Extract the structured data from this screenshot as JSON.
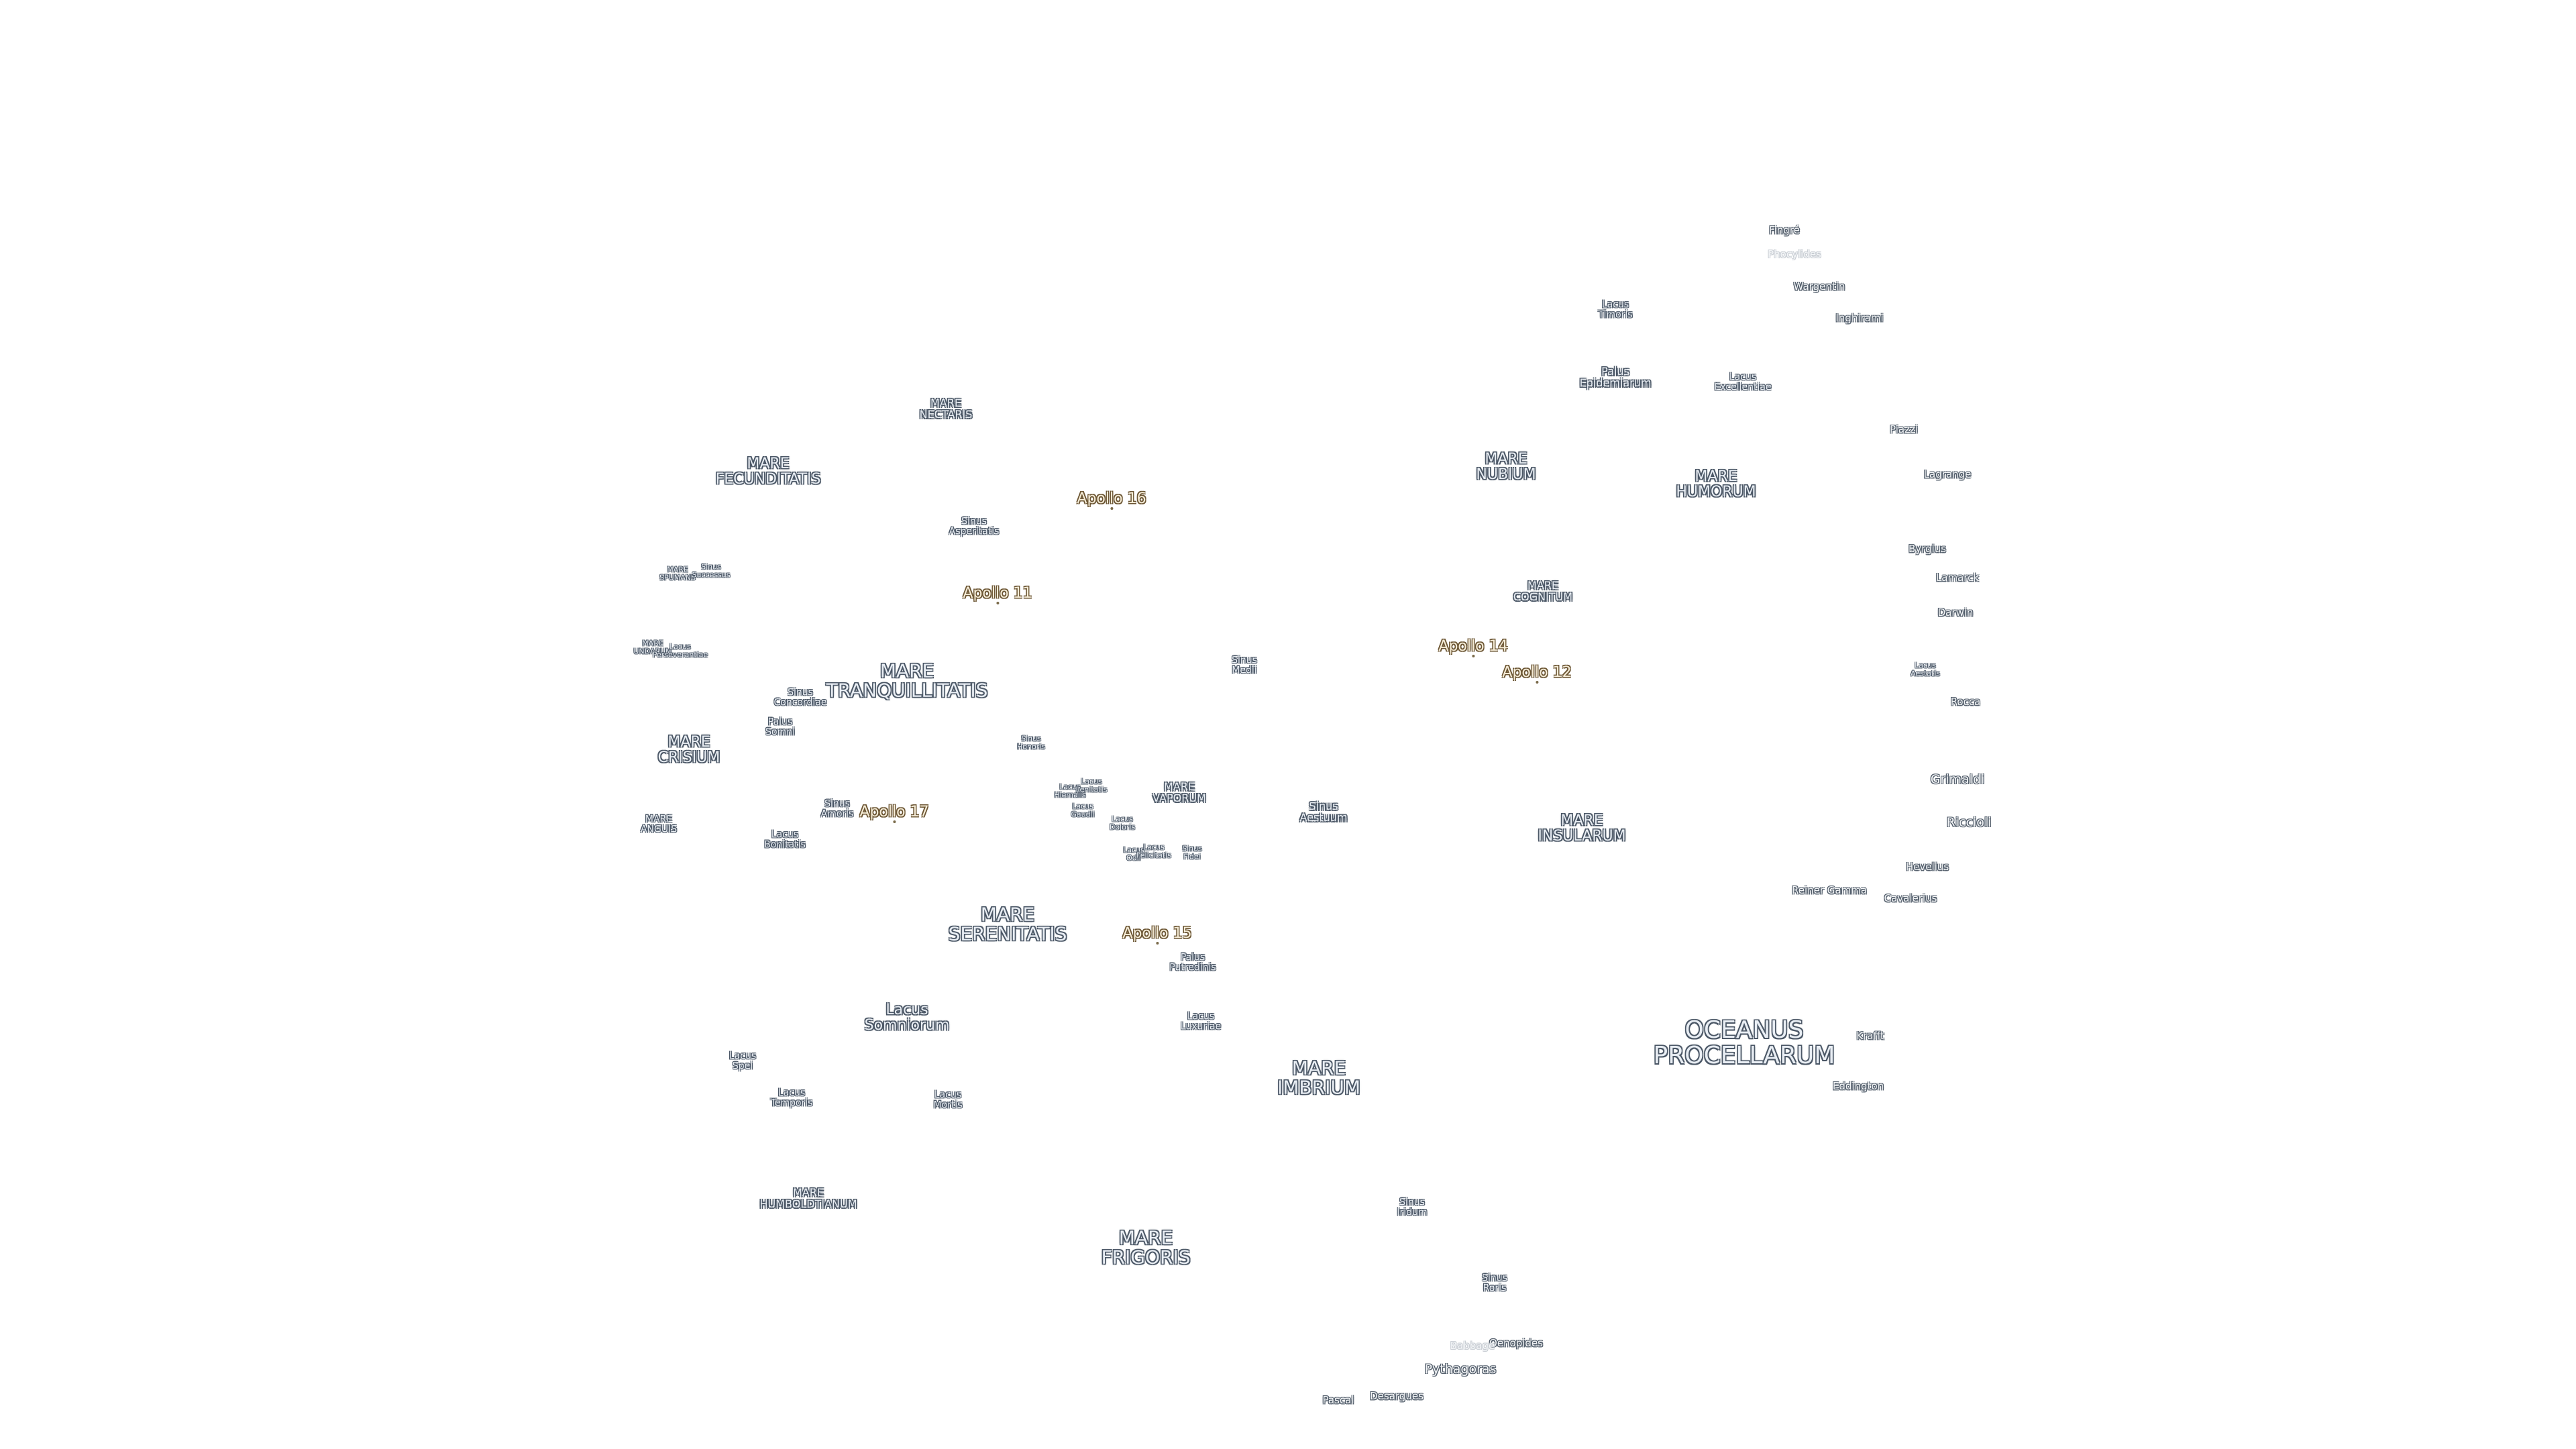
{
  "labels": [
    {
      "id": "oceanus-procellarum",
      "kind": "mare l1",
      "lines": [
        "OCEANUS",
        "PROCELLARUM"
      ]
    },
    {
      "id": "mare-tranquillitatis",
      "kind": "mare l2",
      "lines": [
        "MARE",
        "TRANQUILLITATIS"
      ]
    },
    {
      "id": "mare-serenitatis",
      "kind": "mare l2",
      "lines": [
        "MARE",
        "SERENITATIS"
      ]
    },
    {
      "id": "mare-imbrium",
      "kind": "mare l2",
      "lines": [
        "MARE",
        "IMBRIUM"
      ]
    },
    {
      "id": "mare-frigoris",
      "kind": "mare l2",
      "lines": [
        "MARE",
        "FRIGORIS"
      ]
    },
    {
      "id": "mare-fecunditatis",
      "kind": "mare l3",
      "lines": [
        "MARE",
        "FECUNDITATIS"
      ]
    },
    {
      "id": "mare-crisium",
      "kind": "mare l3",
      "lines": [
        "MARE",
        "CRISIUM"
      ]
    },
    {
      "id": "mare-nubium",
      "kind": "mare l3",
      "lines": [
        "MARE",
        "NUBIUM"
      ]
    },
    {
      "id": "mare-insularum",
      "kind": "mare l3",
      "lines": [
        "MARE",
        "INSULARUM"
      ]
    },
    {
      "id": "mare-humorum",
      "kind": "mare l3",
      "lines": [
        "MARE",
        "HUMORUM"
      ]
    },
    {
      "id": "lacus-somniorum",
      "kind": "mare l3",
      "lines": [
        "Lacus",
        "Somniorum"
      ]
    },
    {
      "id": "sinus-aestuum",
      "kind": "mare l4",
      "lines": [
        "Sinus",
        "Aestuum"
      ]
    },
    {
      "id": "mare-vaporum",
      "kind": "mare l4",
      "lines": [
        "MARE",
        "VAPORUM"
      ]
    },
    {
      "id": "mare-nectaris",
      "kind": "mare l4",
      "lines": [
        "MARE",
        "NECTARIS"
      ]
    },
    {
      "id": "mare-cognitum",
      "kind": "mare l4",
      "lines": [
        "MARE",
        "COGNITUM"
      ]
    },
    {
      "id": "mare-humboldtianum",
      "kind": "mare l4",
      "lines": [
        "MARE",
        "HUMBOLDTIANUM"
      ]
    },
    {
      "id": "palus-epidemiarum",
      "kind": "mare l4",
      "lines": [
        "Palus",
        "Epidemiarum"
      ]
    },
    {
      "id": "sinus-medii",
      "kind": "small",
      "lines": [
        "Sinus",
        "Medii"
      ]
    },
    {
      "id": "sinus-iridum",
      "kind": "small",
      "lines": [
        "Sinus",
        "Iridum"
      ]
    },
    {
      "id": "sinus-asperitatis",
      "kind": "small",
      "lines": [
        "Sinus",
        "Asperitatis"
      ]
    },
    {
      "id": "lacus-excellentiae",
      "kind": "small",
      "lines": [
        "Lacus",
        "Excellentiae"
      ]
    },
    {
      "id": "lacus-timoris",
      "kind": "small",
      "lines": [
        "Lacus",
        "Timoris"
      ]
    },
    {
      "id": "lacus-temporis",
      "kind": "small",
      "lines": [
        "Lacus",
        "Temporis"
      ]
    },
    {
      "id": "lacus-mortis",
      "kind": "small",
      "lines": [
        "Lacus",
        "Mortis"
      ]
    },
    {
      "id": "lacus-bonitatis",
      "kind": "small",
      "lines": [
        "Lacus",
        "Bonitatis"
      ]
    },
    {
      "id": "sinus-amoris",
      "kind": "small",
      "lines": [
        "Sinus",
        "Amoris"
      ]
    },
    {
      "id": "sinus-concordiae",
      "kind": "small",
      "lines": [
        "Sinus",
        "Concordiae"
      ]
    },
    {
      "id": "palus-somni",
      "kind": "small",
      "lines": [
        "Palus",
        "Somni"
      ]
    },
    {
      "id": "palus-putredinis",
      "kind": "small",
      "lines": [
        "Palus",
        "Putredinis"
      ]
    },
    {
      "id": "lacus-luxuriae",
      "kind": "small",
      "lines": [
        "Lacus",
        "Luxuriae"
      ]
    },
    {
      "id": "sinus-roris",
      "kind": "small",
      "lines": [
        "Sinus",
        "Roris"
      ]
    },
    {
      "id": "lacus-spei",
      "kind": "small",
      "lines": [
        "Lacus",
        "Spei"
      ]
    },
    {
      "id": "mare-anguis",
      "kind": "small",
      "lines": [
        "MARE",
        "ANGUIS"
      ]
    },
    {
      "id": "mare-spumans",
      "kind": "tiny",
      "lines": [
        "MARE",
        "SPUMANS"
      ]
    },
    {
      "id": "sinus-successus",
      "kind": "tiny",
      "lines": [
        "Sinus",
        "Successus"
      ]
    },
    {
      "id": "mare-undarum",
      "kind": "tiny",
      "lines": [
        "MARE",
        "UNDARUM"
      ]
    },
    {
      "id": "lacus-perseverantiae",
      "kind": "tiny",
      "lines": [
        "Lacus",
        "Perseverantiae"
      ]
    },
    {
      "id": "sinus-honoris",
      "kind": "tiny",
      "lines": [
        "Sinus",
        "Honoris"
      ]
    },
    {
      "id": "lacus-hiemalis",
      "kind": "tiny",
      "lines": [
        "Lacus",
        "Hiemalis"
      ]
    },
    {
      "id": "lacus-lenitatis",
      "kind": "tiny",
      "lines": [
        "Lacus",
        "Lenitatis"
      ]
    },
    {
      "id": "lacus-gaudii",
      "kind": "tiny",
      "lines": [
        "Lacus",
        "Gaudii"
      ]
    },
    {
      "id": "lacus-doloris",
      "kind": "tiny",
      "lines": [
        "Lacus",
        "Doloris"
      ]
    },
    {
      "id": "lacus-odii",
      "kind": "tiny",
      "lines": [
        "Lacus",
        "Odii"
      ]
    },
    {
      "id": "lacus-felicitatis",
      "kind": "tiny",
      "lines": [
        "Lacus",
        "Felicitatis"
      ]
    },
    {
      "id": "sinus-fidei",
      "kind": "tiny",
      "lines": [
        "Sinus",
        "Fidei"
      ]
    },
    {
      "id": "lacus-aestatis",
      "kind": "tiny",
      "lines": [
        "Lacus",
        "Aestatis"
      ]
    },
    {
      "id": "apollo-11",
      "kind": "apollo",
      "lines": [
        "Apollo 11"
      ]
    },
    {
      "id": "apollo-12",
      "kind": "apollo",
      "lines": [
        "Apollo 12"
      ]
    },
    {
      "id": "apollo-14",
      "kind": "apollo",
      "lines": [
        "Apollo 14"
      ]
    },
    {
      "id": "apollo-15",
      "kind": "apollo",
      "lines": [
        "Apollo 15"
      ]
    },
    {
      "id": "apollo-16",
      "kind": "apollo",
      "lines": [
        "Apollo 16"
      ]
    },
    {
      "id": "apollo-17",
      "kind": "apollo",
      "lines": [
        "Apollo 17"
      ]
    },
    {
      "id": "crater-grimaldi",
      "kind": "crater big",
      "lines": [
        "Grimaldi"
      ]
    },
    {
      "id": "crater-riccioli",
      "kind": "crater big",
      "lines": [
        "Riccioli"
      ]
    },
    {
      "id": "crater-lagrange",
      "kind": "crater",
      "lines": [
        "Lagrange"
      ]
    },
    {
      "id": "crater-lamarck",
      "kind": "crater",
      "lines": [
        "Lamarck"
      ]
    },
    {
      "id": "crater-darwin",
      "kind": "crater",
      "lines": [
        "Darwin"
      ]
    },
    {
      "id": "crater-byrgius",
      "kind": "crater",
      "lines": [
        "Byrgius"
      ]
    },
    {
      "id": "crater-rocca",
      "kind": "crater",
      "lines": [
        "Rocca"
      ]
    },
    {
      "id": "crater-hevelius",
      "kind": "crater",
      "lines": [
        "Hevelius"
      ]
    },
    {
      "id": "crater-cavalerius",
      "kind": "crater",
      "lines": [
        "Cavalerius"
      ]
    },
    {
      "id": "crater-reiner-gamma",
      "kind": "crater",
      "lines": [
        "Reiner Gamma"
      ]
    },
    {
      "id": "crater-krafft",
      "kind": "crater",
      "lines": [
        "Krafft"
      ]
    },
    {
      "id": "crater-eddington",
      "kind": "crater",
      "lines": [
        "Eddington"
      ]
    },
    {
      "id": "crater-inghirami",
      "kind": "crater",
      "lines": [
        "Inghirami"
      ]
    },
    {
      "id": "crater-wargentin",
      "kind": "crater",
      "lines": [
        "Wargentin"
      ]
    },
    {
      "id": "crater-fingre",
      "kind": "crater",
      "lines": [
        "Fingré"
      ]
    },
    {
      "id": "crater-piazzi",
      "kind": "crater",
      "lines": [
        "Piazzi"
      ]
    },
    {
      "id": "crater-pythagoras",
      "kind": "crater big",
      "lines": [
        "Pythagoras"
      ]
    },
    {
      "id": "crater-desargues",
      "kind": "crater",
      "lines": [
        "Desargues"
      ]
    },
    {
      "id": "crater-pascal",
      "kind": "crater",
      "lines": [
        "Pascal"
      ]
    },
    {
      "id": "crater-oenopides",
      "kind": "crater",
      "lines": [
        "Oenopides"
      ]
    },
    {
      "id": "crater-phocylides",
      "kind": "crater faint",
      "lines": [
        "Phocylides"
      ]
    },
    {
      "id": "crater-babbage",
      "kind": "crater faint",
      "lines": [
        "Babbage"
      ]
    }
  ]
}
